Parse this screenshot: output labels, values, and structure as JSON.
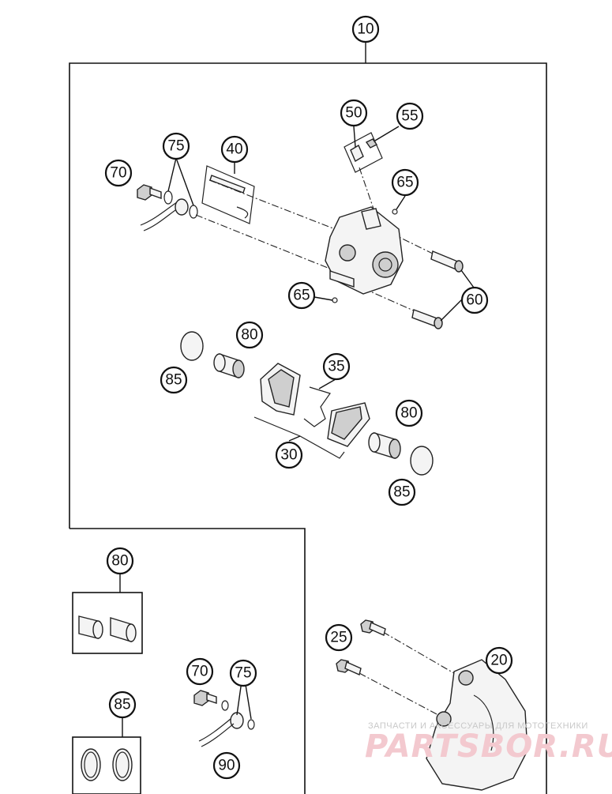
{
  "callouts": {
    "c10": "10",
    "c20": "20",
    "c25": "25",
    "c30": "30",
    "c35": "35",
    "c40": "40",
    "c50": "50",
    "c55": "55",
    "c60": "60",
    "c65a": "65",
    "c65b": "65",
    "c70a": "70",
    "c70b": "70",
    "c75a": "75",
    "c75b": "75",
    "c80a": "80",
    "c80b": "80",
    "c80c": "80",
    "c85a": "85",
    "c85b": "85",
    "c85c": "85",
    "c90": "90"
  },
  "watermark": {
    "small_text": "ЗАПЧАСТИ И АКСЕССУАРЫ ДЛЯ МОТОТЕХНИКИ",
    "big_text": "PARTSBOR.RU"
  }
}
